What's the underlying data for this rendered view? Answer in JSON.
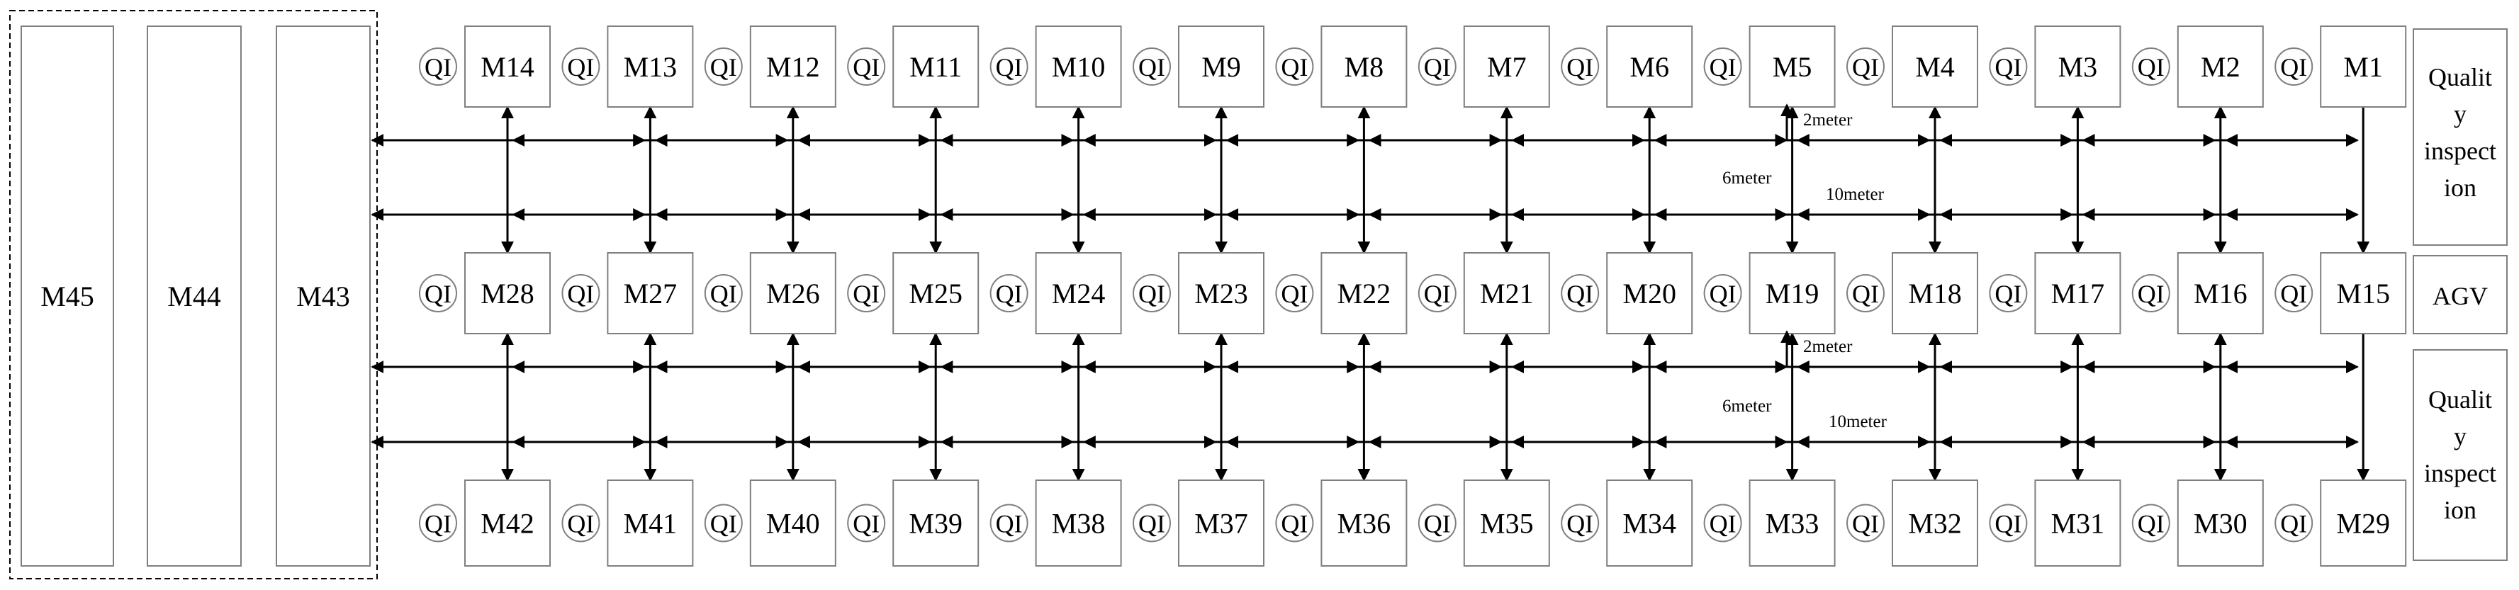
{
  "machines": {
    "row_top": [
      "M14",
      "M13",
      "M12",
      "M11",
      "M10",
      "M9",
      "M8",
      "M7",
      "M6",
      "M5",
      "M4",
      "M3",
      "M2",
      "M1"
    ],
    "row_middle": [
      "M28",
      "M27",
      "M26",
      "M25",
      "M24",
      "M23",
      "M22",
      "M21",
      "M20",
      "M19",
      "M18",
      "M17",
      "M16",
      "M15"
    ],
    "row_bottom": [
      "M42",
      "M41",
      "M40",
      "M39",
      "M38",
      "M37",
      "M36",
      "M35",
      "M34",
      "M33",
      "M32",
      "M31",
      "M30",
      "M29"
    ],
    "warehouse": [
      "M45",
      "M44",
      "M43"
    ]
  },
  "qi_label": "QI",
  "side_labels": {
    "top": [
      "Qualit",
      "y",
      "inspect",
      "ion"
    ],
    "middle": "AGV",
    "bottom": [
      "Qualit",
      "y",
      "inspect",
      "ion"
    ]
  },
  "distances": {
    "upper": {
      "d2": "2meter",
      "d6": "6meter",
      "d10": "10meter"
    },
    "lower": {
      "d2": "2meter",
      "d6": "6meter",
      "d10": "10meter"
    }
  },
  "colors": {
    "line": "#000000",
    "box_border": "#7f7f7f",
    "background": "#ffffff"
  }
}
